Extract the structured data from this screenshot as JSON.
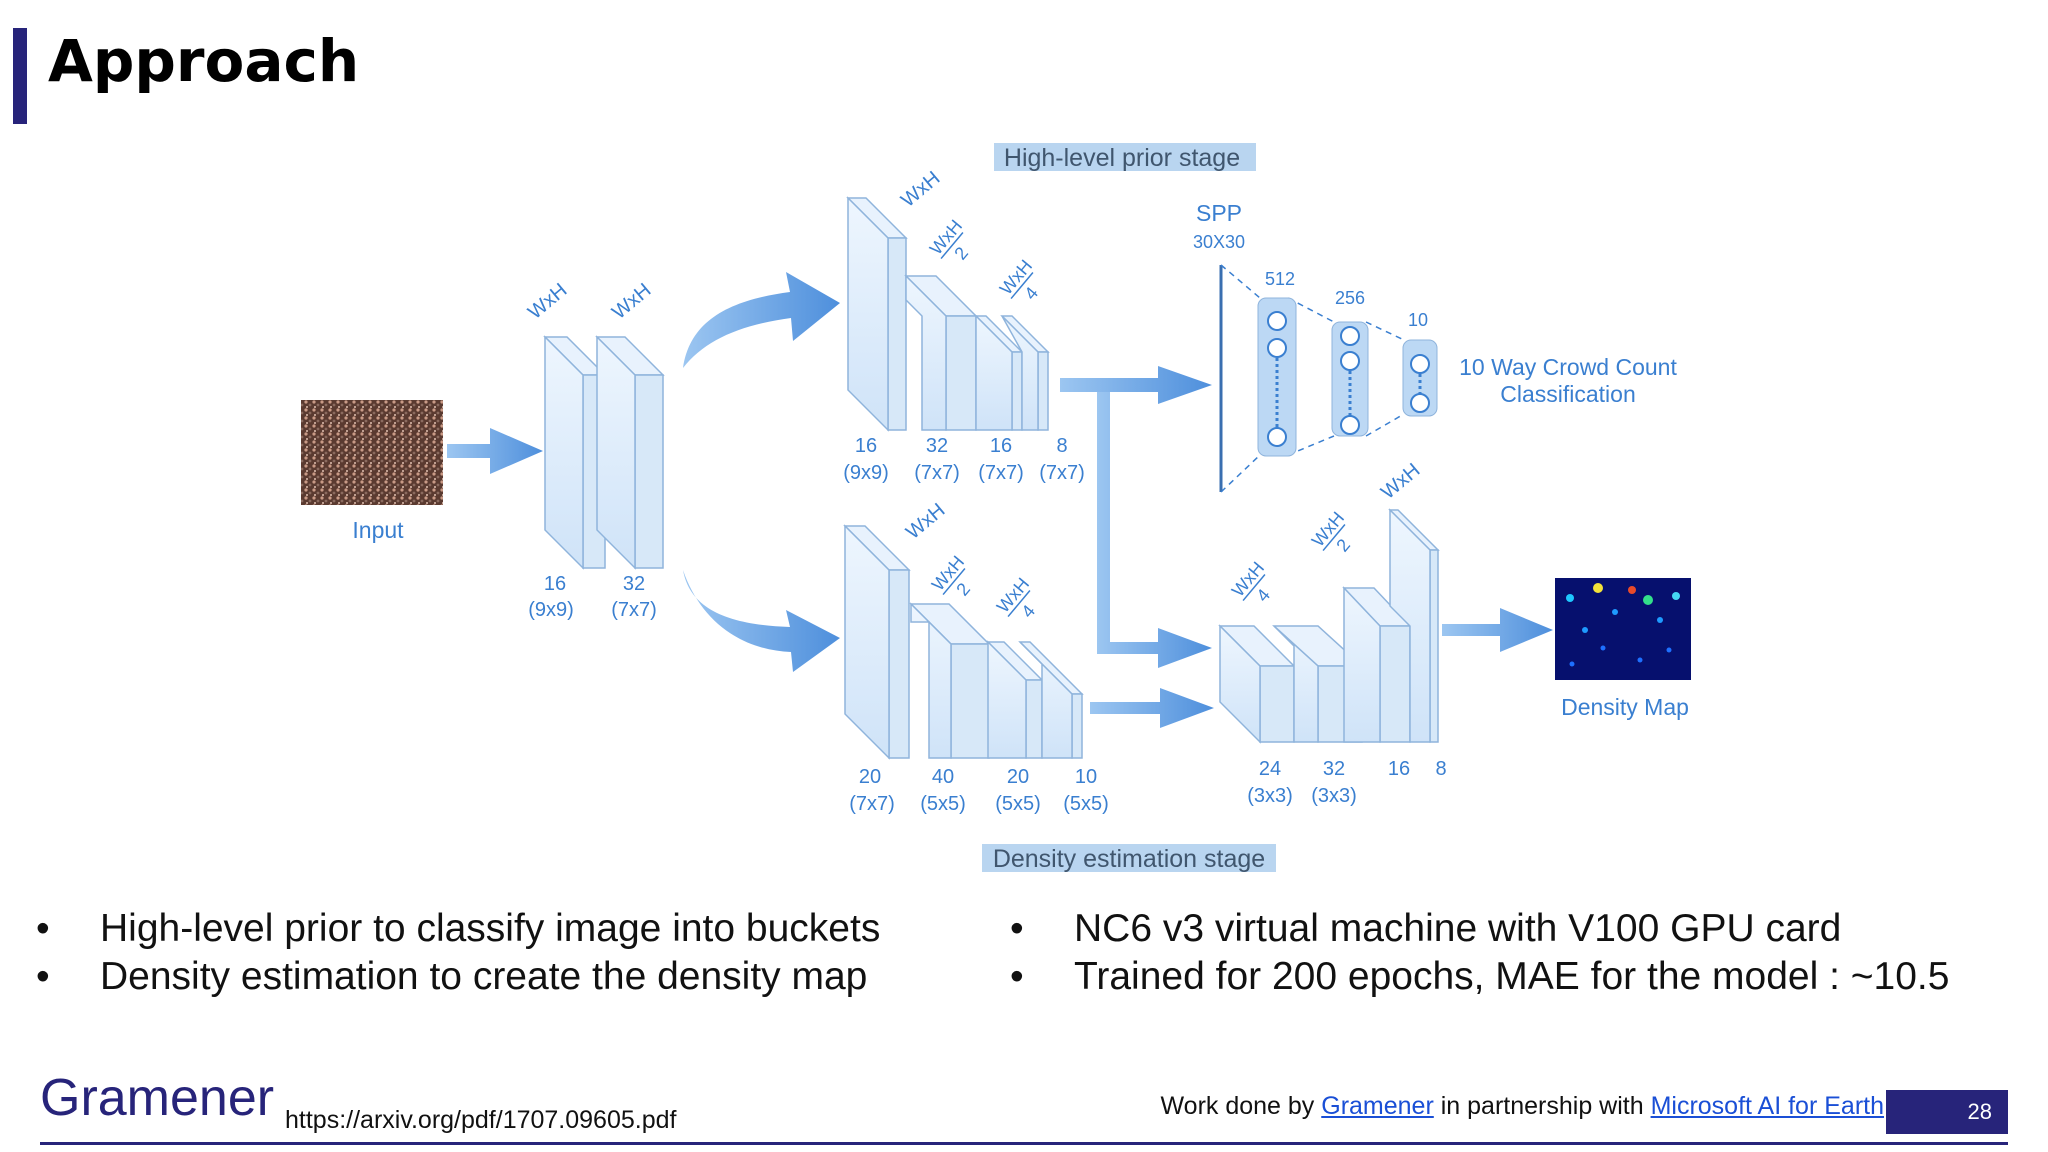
{
  "slide": {
    "title": "Approach",
    "page_number": "28",
    "logo": "Gramener",
    "source_url": "https://arxiv.org/pdf/1707.09605.pdf",
    "credit": {
      "prefix": "Work done by ",
      "org": "Gramener",
      "middle": " in partnership with ",
      "partner": "Microsoft AI for Earth"
    },
    "colors": {
      "accent": "#27247a",
      "diagram_text": "#3a7fd0",
      "block": "#dcecfb",
      "arrow": "#5f9ee3"
    }
  },
  "bullets_left": [
    "High-level prior to classify image into buckets",
    "Density estimation to create the density map"
  ],
  "bullets_right": [
    "NC6 v3 virtual machine with V100 GPU  card",
    "Trained for 200 epochs, MAE for the model : ~10.5"
  ],
  "diagram": {
    "stage_top": "High-level prior stage",
    "stage_bottom": "Density estimation stage",
    "input_label": "Input",
    "density_map_label": "Density Map",
    "spp_label": "SPP",
    "spp_size": "30X30",
    "classification_line1": "10 Way Crowd Count",
    "classification_line2": "Classification",
    "fc_sizes": [
      "512",
      "256",
      "10"
    ],
    "dim_full": "WxH",
    "dim_half_num": "WxH",
    "dim_half_den": "2",
    "dim_quarter_num": "WxH",
    "dim_quarter_den": "4",
    "shared": [
      {
        "channels": "16",
        "kernel": "(9x9)"
      },
      {
        "channels": "32",
        "kernel": "(7x7)"
      }
    ],
    "prior": [
      {
        "channels": "16",
        "kernel": "(9x9)"
      },
      {
        "channels": "32",
        "kernel": "(7x7)"
      },
      {
        "channels": "16",
        "kernel": "(7x7)"
      },
      {
        "channels": "8",
        "kernel": "(7x7)"
      }
    ],
    "density": [
      {
        "channels": "20",
        "kernel": "(7x7)"
      },
      {
        "channels": "40",
        "kernel": "(5x5)"
      },
      {
        "channels": "20",
        "kernel": "(5x5)"
      },
      {
        "channels": "10",
        "kernel": "(5x5)"
      }
    ],
    "fusion": [
      {
        "channels": "24",
        "kernel": "(3x3)"
      },
      {
        "channels": "32",
        "kernel": "(3x3)"
      },
      {
        "channels": "16",
        "kernel": ""
      },
      {
        "channels": "8",
        "kernel": ""
      }
    ]
  }
}
